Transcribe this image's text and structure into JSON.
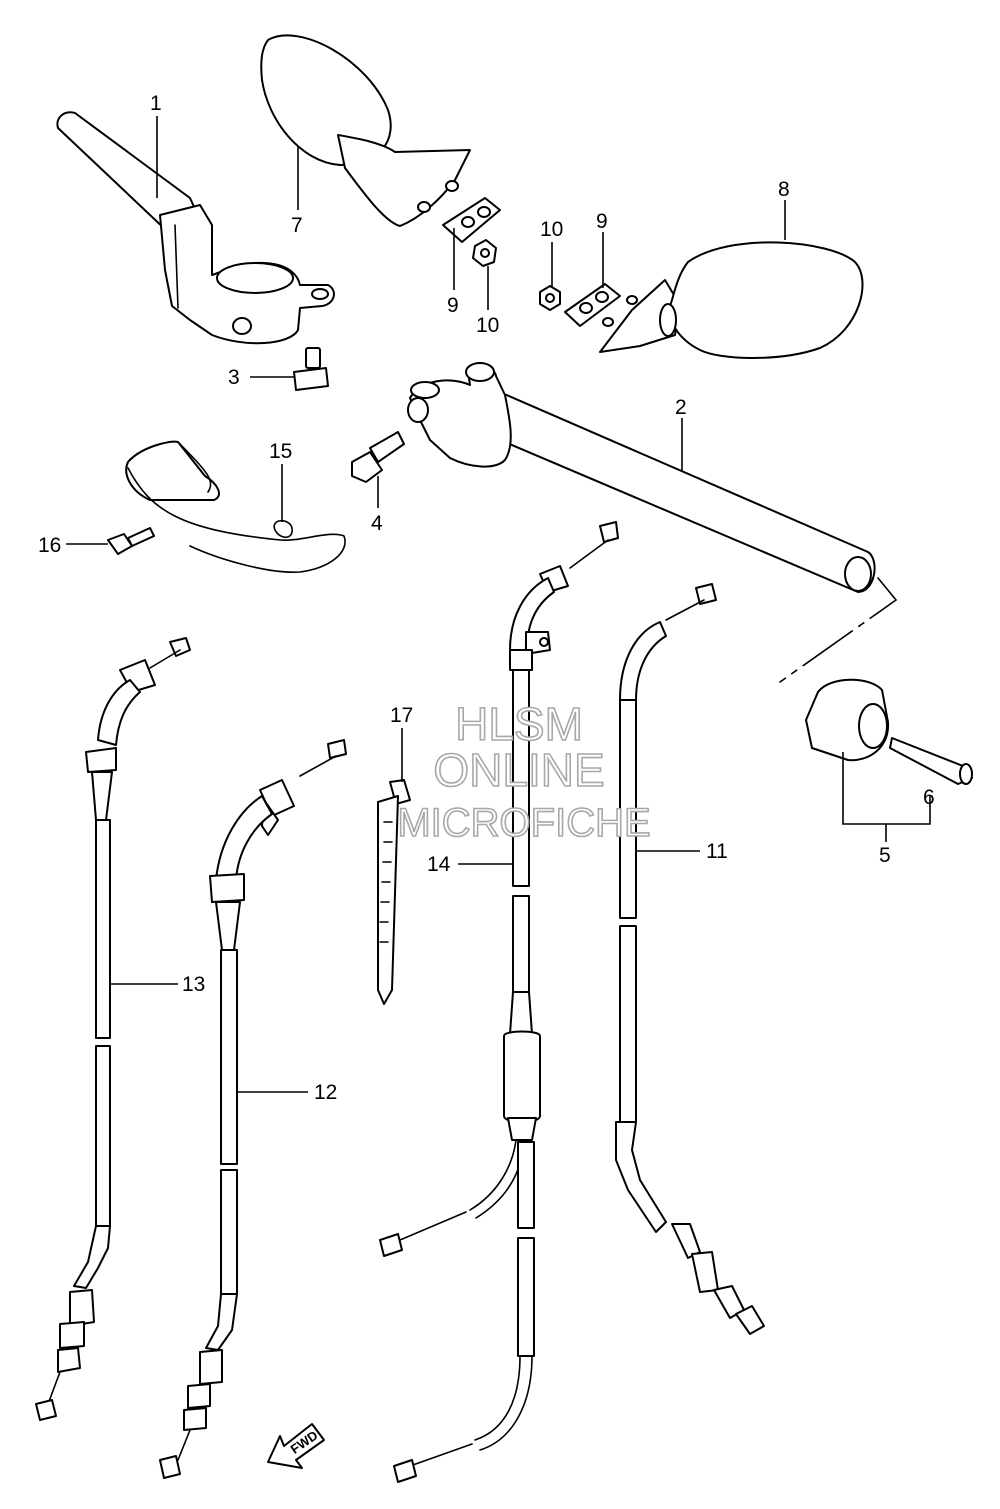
{
  "watermark": {
    "line1": "HLSM",
    "line2": "ONLINE",
    "line3": "MICROFICHE"
  },
  "direction_marker": {
    "text": "FWD",
    "icon": "arrow-left-down-icon"
  },
  "callouts": [
    {
      "id": "1",
      "text": "1"
    },
    {
      "id": "2",
      "text": "2"
    },
    {
      "id": "3",
      "text": "3"
    },
    {
      "id": "4",
      "text": "4"
    },
    {
      "id": "5",
      "text": "5"
    },
    {
      "id": "6",
      "text": "6"
    },
    {
      "id": "7",
      "text": "7"
    },
    {
      "id": "8",
      "text": "8"
    },
    {
      "id": "9a",
      "text": "9"
    },
    {
      "id": "9b",
      "text": "9"
    },
    {
      "id": "10a",
      "text": "10"
    },
    {
      "id": "10b",
      "text": "10"
    },
    {
      "id": "11",
      "text": "11"
    },
    {
      "id": "12",
      "text": "12"
    },
    {
      "id": "13",
      "text": "13"
    },
    {
      "id": "14",
      "text": "14"
    },
    {
      "id": "15",
      "text": "15"
    },
    {
      "id": "16",
      "text": "16"
    },
    {
      "id": "17",
      "text": "17"
    }
  ]
}
